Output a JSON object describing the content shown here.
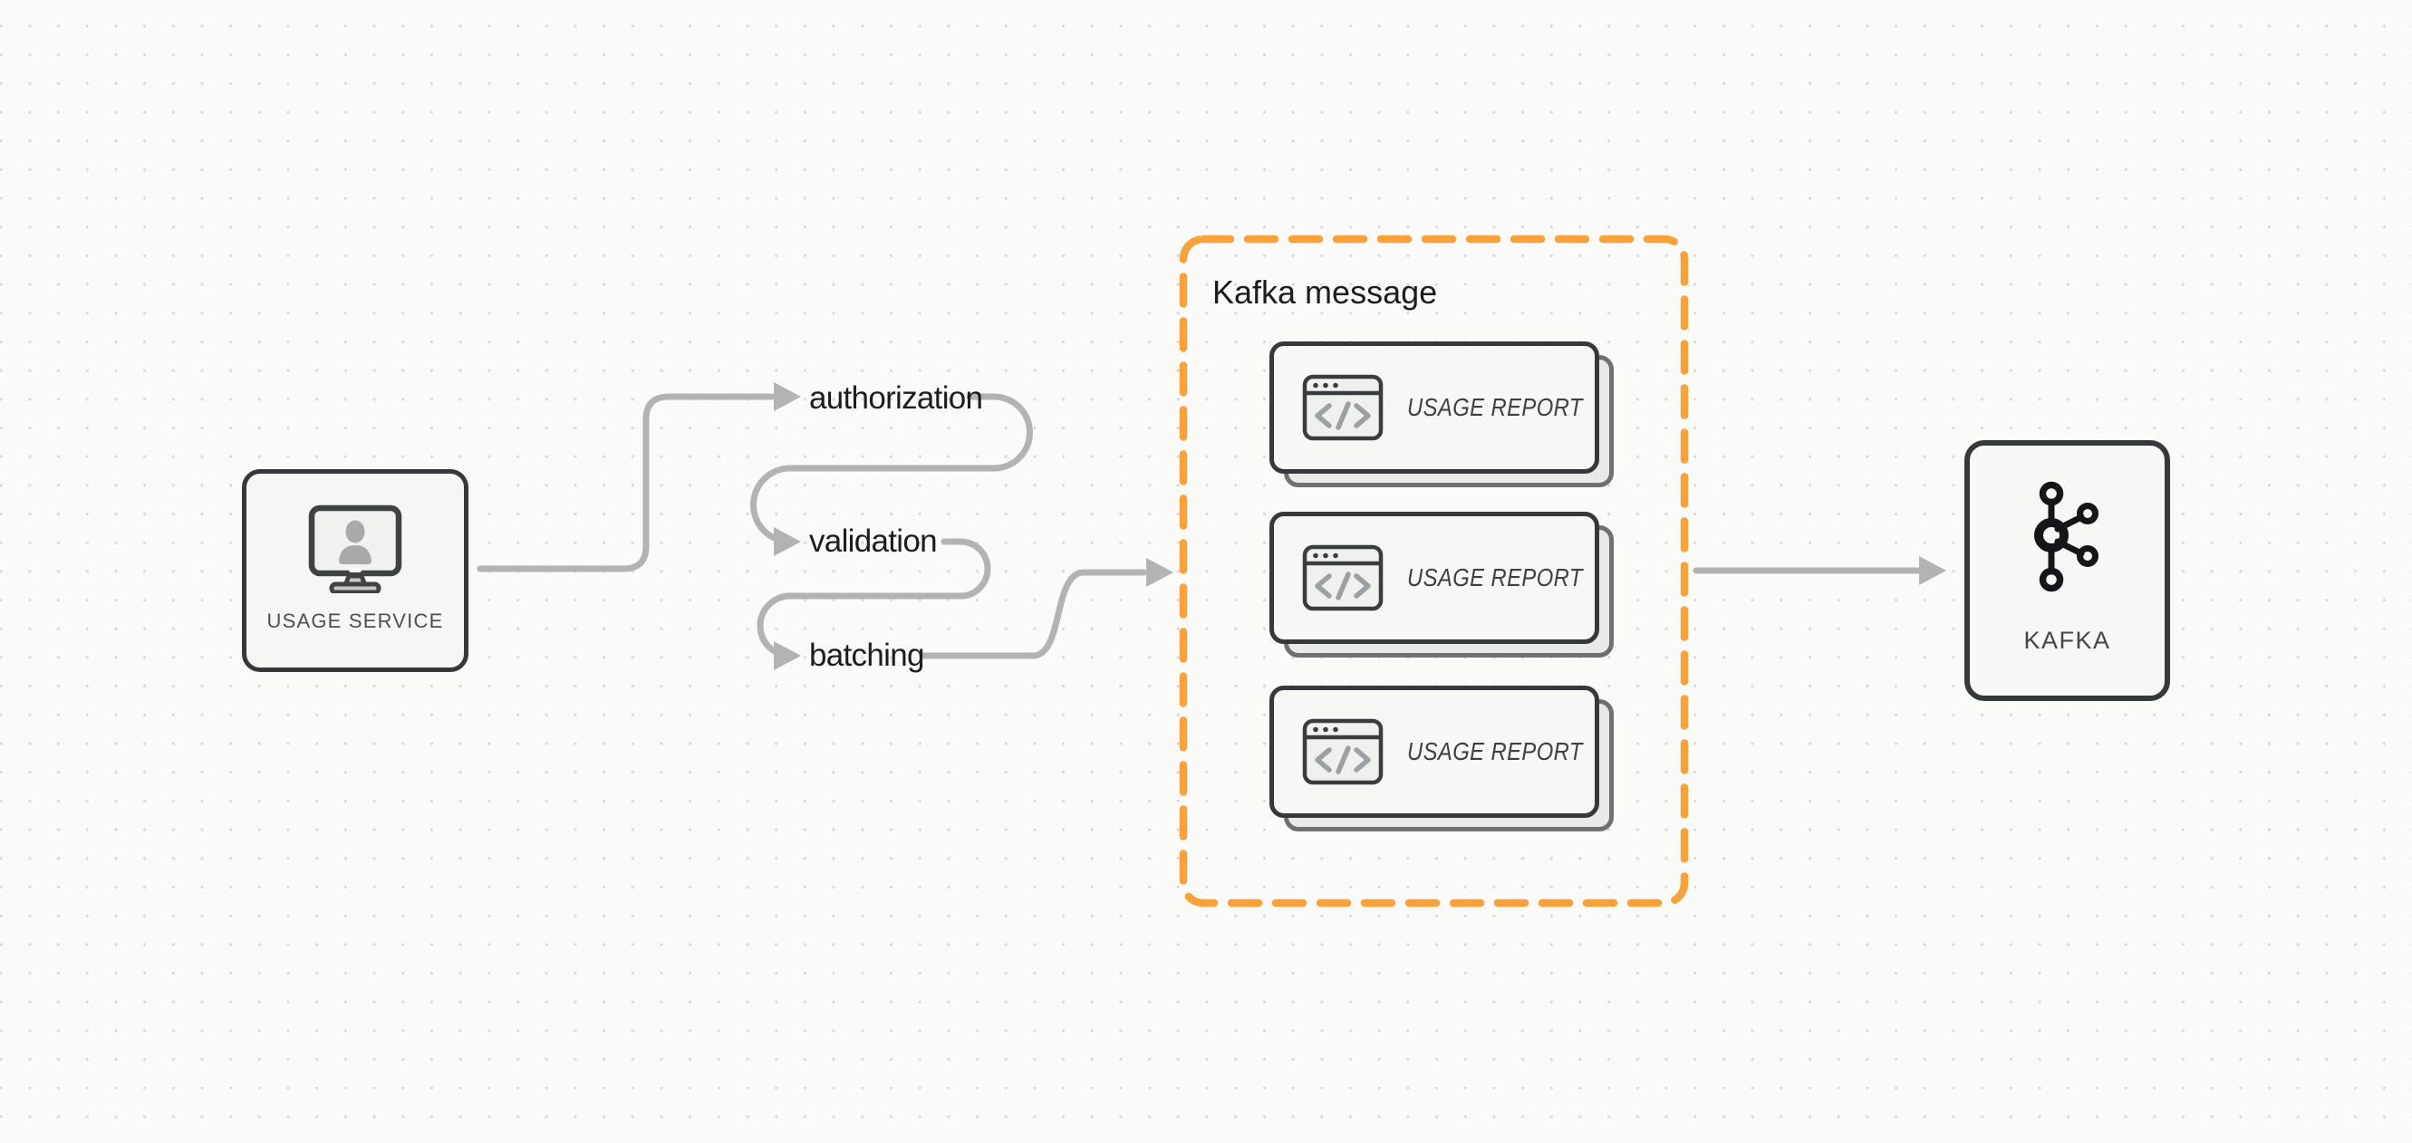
{
  "colors": {
    "background": "#fafaf9",
    "dot_grid": "#d7d7d5",
    "accent_orange": "#f9a23a",
    "connector_gray": "#b3b3b3",
    "node_border": "#35393c",
    "text_dark": "#1c1d1f",
    "node_label_gray": "#4b4f53"
  },
  "source_node": {
    "label": "USAGE SERVICE",
    "icon": "monitor-user-icon"
  },
  "pipeline_steps": [
    {
      "label": "authorization"
    },
    {
      "label": "validation"
    },
    {
      "label": "batching"
    }
  ],
  "kafka_message_group": {
    "title": "Kafka message",
    "cards": [
      {
        "label": "USAGE REPORT",
        "icon": "code-window-icon"
      },
      {
        "label": "USAGE REPORT",
        "icon": "code-window-icon"
      },
      {
        "label": "USAGE REPORT",
        "icon": "code-window-icon"
      }
    ]
  },
  "sink_node": {
    "label": "KAFKA",
    "icon": "kafka-logo-icon"
  }
}
